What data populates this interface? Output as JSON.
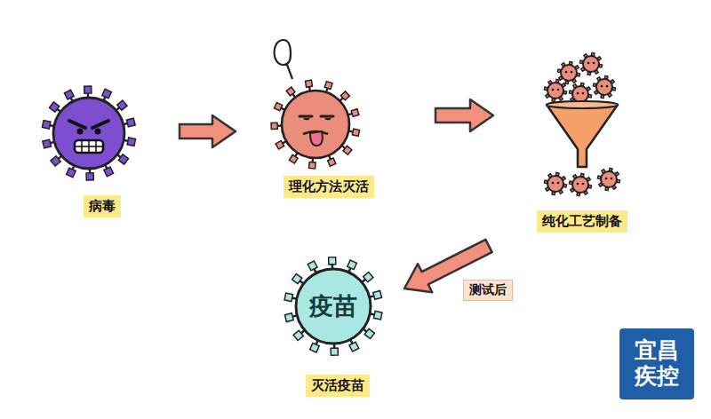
{
  "diagram": {
    "nodes": [
      {
        "text": [
          "病毒"
        ]
      },
      {
        "text": [
          "理化方法灭活"
        ]
      },
      {
        "text": [
          "纯化工艺制备"
        ]
      },
      {
        "text": [
          "疫苗",
          "灭活疫苗"
        ]
      }
    ],
    "edges": [
      {
        "from": 0,
        "to": 1,
        "arrow": "to"
      },
      {
        "from": 1,
        "to": 2,
        "arrow": "to"
      },
      {
        "from": 2,
        "to": 3,
        "label": "测试后",
        "arrow": "to"
      }
    ],
    "labels": [
      "宜昌 疾控"
    ]
  }
}
